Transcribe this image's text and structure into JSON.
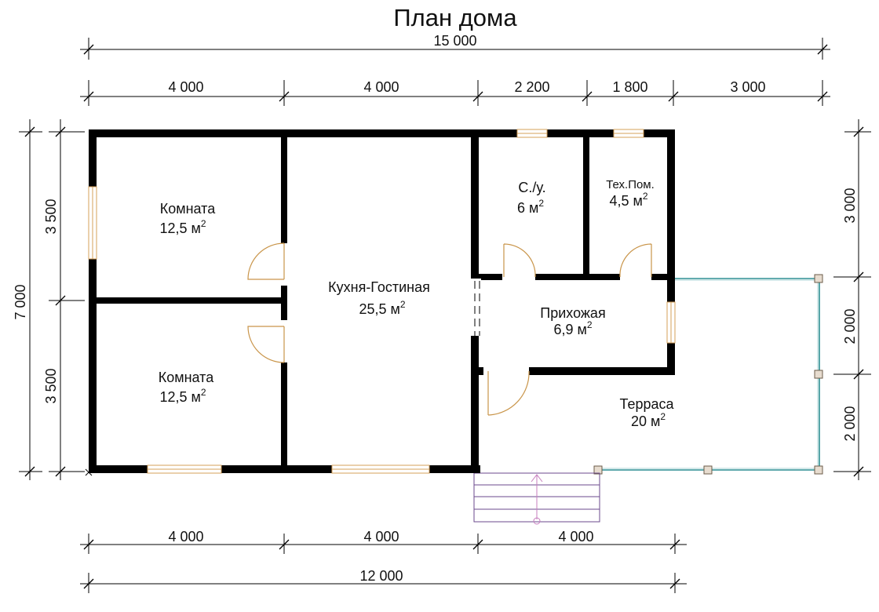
{
  "title": "План дома",
  "dimensions": {
    "top_overall": "15 000",
    "top_segments": [
      "4 000",
      "4 000",
      "2 200",
      "1 800",
      "3 000"
    ],
    "bottom_segments": [
      "4 000",
      "4 000",
      "4 000"
    ],
    "bottom_overall": "12 000",
    "left_overall": "7 000",
    "left_segments": [
      "3 500",
      "3 500"
    ],
    "right_segments": [
      "3 000",
      "2 000",
      "2 000"
    ]
  },
  "rooms": [
    {
      "name": "Комната",
      "area": "12,5 м",
      "unit_power": "2"
    },
    {
      "name": "Комната",
      "area": "12,5 м",
      "unit_power": "2"
    },
    {
      "name": "Кухня-Гостиная",
      "area": "25,5 м",
      "unit_power": "2"
    },
    {
      "name": "С./у.",
      "area": "6 м",
      "unit_power": "2"
    },
    {
      "name": "Тех.Пом.",
      "area": "4,5 м",
      "unit_power": "2"
    },
    {
      "name": "Прихожая",
      "area": "6,9 м",
      "unit_power": "2"
    },
    {
      "name": "Терраса",
      "area": "20 м",
      "unit_power": "2"
    }
  ],
  "colors": {
    "wall": "#000000",
    "window": "#d6a15a",
    "door": "#c9954a",
    "terrace_rail": "#2f8f93",
    "stairs": "#6b4a8c"
  }
}
